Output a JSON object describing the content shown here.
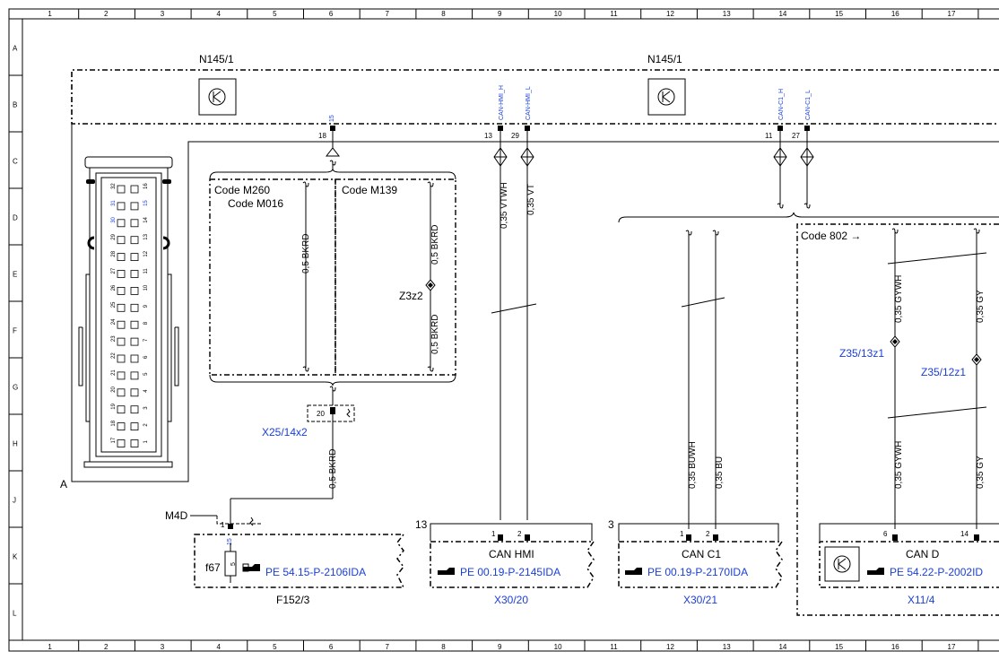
{
  "grid": {
    "cols": [
      "1",
      "2",
      "3",
      "4",
      "5",
      "6",
      "7",
      "8",
      "9",
      "10",
      "11",
      "12",
      "13",
      "14",
      "15",
      "16",
      "17"
    ],
    "rows": [
      "A",
      "B",
      "C",
      "D",
      "E",
      "F",
      "G",
      "H",
      "J",
      "K",
      "L"
    ]
  },
  "components": {
    "n145_left": "N145/1",
    "n145_right": "N145/1",
    "module_letter": "A",
    "m4d": "M4D",
    "f152": "F152/3",
    "f67": "f67",
    "x25": "X25/14x2",
    "z3z2": "Z3z2",
    "z35_13": "Z35/13z1",
    "z35_12": "Z35/12z1",
    "x30_20": "X30/20",
    "x30_21": "X30/21",
    "x11_4": "X11/4",
    "code802": "Code 802 →",
    "code_m260": "Code M260",
    "code_m016": "Code M016",
    "code_m139": "Code M139"
  },
  "pins": {
    "p18": "18",
    "p15": "15",
    "p13": "13",
    "p29": "29",
    "p11": "11",
    "p27": "27",
    "p20": "20",
    "p1a": "1",
    "p15b": "15",
    "can_hmi_1": "1",
    "can_hmi_2": "2",
    "can_c1_1": "1",
    "can_c1_2": "2",
    "can_d_6": "6",
    "can_d_14": "14",
    "conn13": "13",
    "conn3": "3",
    "f67pin": "5"
  },
  "signals": {
    "can_hmi_h": "CAN-HMI_H",
    "can_hmi_l": "CAN-HMI_L",
    "can_c1_h": "CAN-C1_H",
    "can_c1_l": "CAN-C1_L"
  },
  "wires": {
    "bkrd1": "0,5 BKRD",
    "bkrd2": "0,5 BKRD",
    "bkrd3": "0,5 BKRD",
    "bkrd4": "0,5 BKRD",
    "vtwh": "0,35 VTWH",
    "vt": "0,35 VT",
    "buwh": "0,35 BUWH",
    "bu": "0,35 BU",
    "gywh1": "0,35 GYWH",
    "gy1": "0,35 GY",
    "gywh2": "0,35 GYWH",
    "gy2": "0,35 GY"
  },
  "boxes": {
    "can_hmi": "CAN HMI",
    "can_c1": "CAN C1",
    "can_d": "CAN D"
  },
  "refs": {
    "pe1": "PE 54.15-P-2106IDA",
    "pe2": "PE 00.19-P-2145IDA",
    "pe3": "PE 00.19-P-2170IDA",
    "pe4": "PE 54.22-P-2002ID"
  },
  "pinout": {
    "left": [
      "32",
      "31",
      "30",
      "29",
      "28",
      "27",
      "26",
      "25",
      "24",
      "23",
      "22",
      "21",
      "20",
      "19",
      "18",
      "17"
    ],
    "right": [
      "16",
      "15",
      "14",
      "13",
      "12",
      "11",
      "10",
      "9",
      "8",
      "7",
      "6",
      "5",
      "4",
      "3",
      "2",
      "1"
    ],
    "blue": [
      "31",
      "30",
      "15"
    ]
  }
}
